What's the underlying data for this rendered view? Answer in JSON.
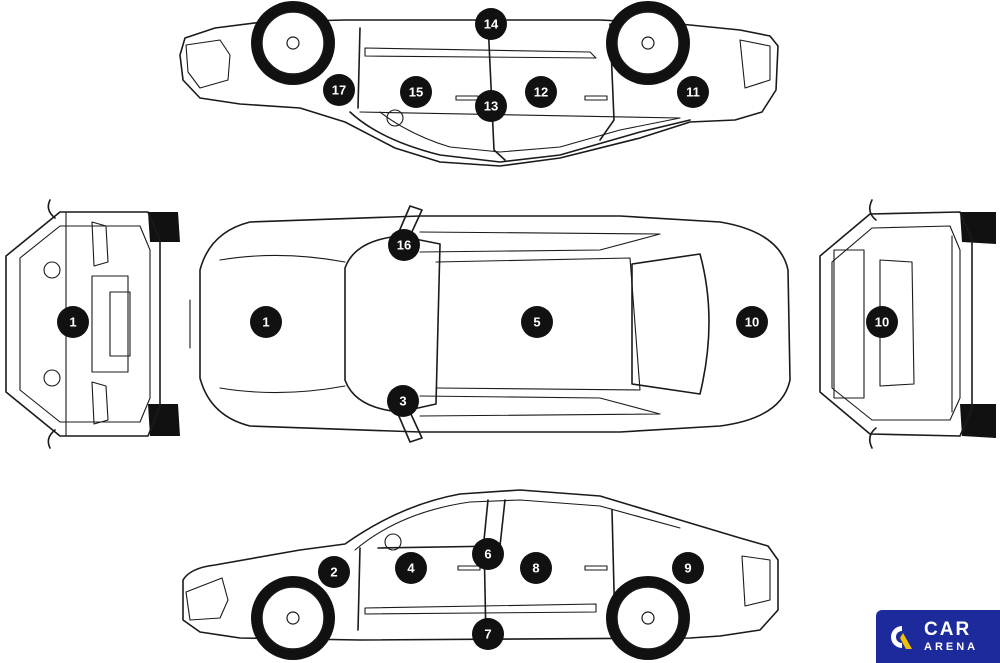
{
  "logo": {
    "line1": "CAR",
    "line2": "ARENA",
    "brand_color": "#1c2a9c",
    "accent_color": "#f2c200"
  },
  "views": [
    "top-side",
    "front",
    "roof",
    "rear",
    "bottom-side"
  ],
  "zones": [
    {
      "view": "front",
      "label": "1"
    },
    {
      "view": "roof",
      "label": "1"
    },
    {
      "view": "bottom-side",
      "label": "2"
    },
    {
      "view": "roof",
      "label": "3"
    },
    {
      "view": "bottom-side",
      "label": "4"
    },
    {
      "view": "roof",
      "label": "5"
    },
    {
      "view": "bottom-side",
      "label": "6"
    },
    {
      "view": "bottom-side",
      "label": "7"
    },
    {
      "view": "bottom-side",
      "label": "8"
    },
    {
      "view": "bottom-side",
      "label": "9"
    },
    {
      "view": "roof",
      "label": "10"
    },
    {
      "view": "rear",
      "label": "10"
    },
    {
      "view": "top-side",
      "label": "11"
    },
    {
      "view": "top-side",
      "label": "12"
    },
    {
      "view": "top-side",
      "label": "13"
    },
    {
      "view": "top-side",
      "label": "14"
    },
    {
      "view": "top-side",
      "label": "15"
    },
    {
      "view": "roof",
      "label": "16"
    },
    {
      "view": "top-side",
      "label": "17"
    }
  ]
}
